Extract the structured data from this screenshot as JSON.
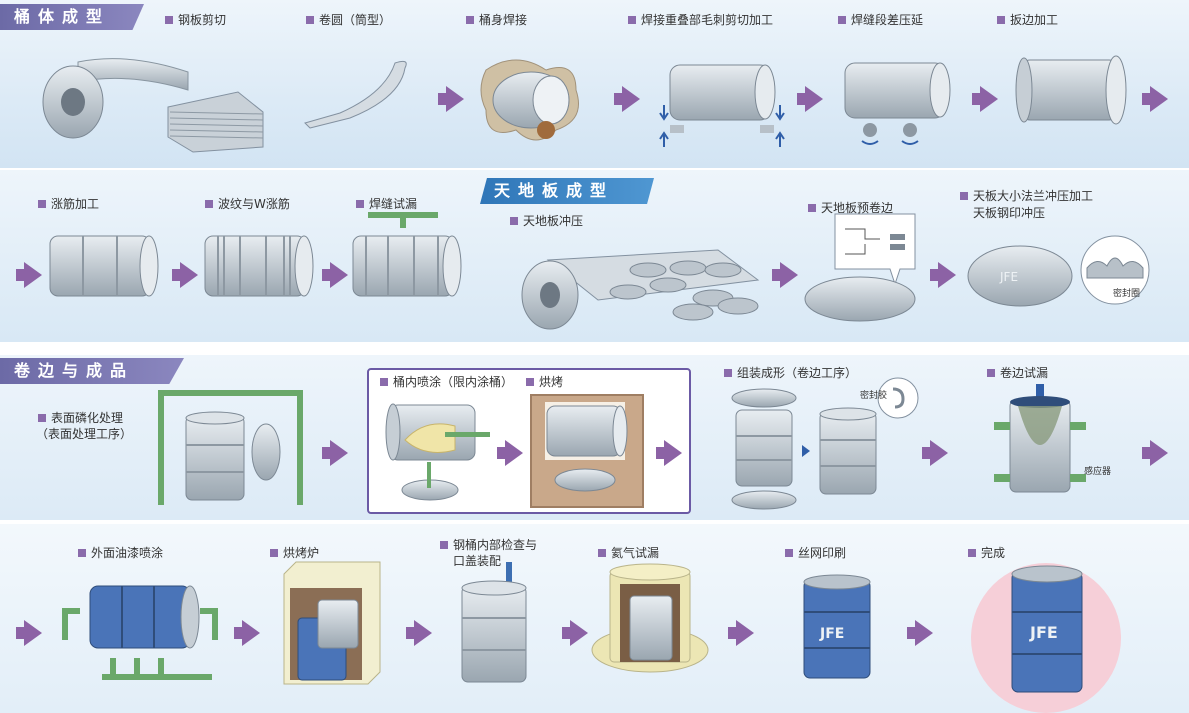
{
  "sections": {
    "s1": "桶体成型",
    "s2": "天地板成型",
    "s3": "卷边与成品"
  },
  "steps": {
    "r1": [
      "钢板剪切",
      "卷圆（筒型）",
      "桶身焊接",
      "焊接重叠部毛刺剪切加工",
      "焊缝段差压延",
      "扳边加工"
    ],
    "r2": [
      "涨筋加工",
      "波纹与W涨筋",
      "焊缝试漏",
      "天地板冲压",
      "天地板预卷边"
    ],
    "r2_last": [
      "天板大小法兰冲压加工",
      "天板钢印冲压"
    ],
    "r3": [
      "桶内喷涂（限内涂桶）",
      "烘烤",
      "组装成形（卷边工序）",
      "卷边试漏"
    ],
    "r3_first": [
      "表面磷化处理",
      "（表面处理工序）"
    ],
    "r4": [
      "外面油漆喷涂",
      "烘烤炉",
      "钢桶内部检查与",
      "口盖装配",
      "氦气试漏",
      "丝网印刷",
      "完成"
    ]
  },
  "labels": {
    "seal_section": "密封圈",
    "sealant": "密封胶",
    "sensor": "感应器",
    "brand": "JFE"
  },
  "colors": {
    "accent_purple": "#8c62a5",
    "title_purple": "#6c6aa6",
    "title_blue": "#2f76b8",
    "drum_blue": "#4a74b8",
    "steel": "#b9c3cc"
  }
}
